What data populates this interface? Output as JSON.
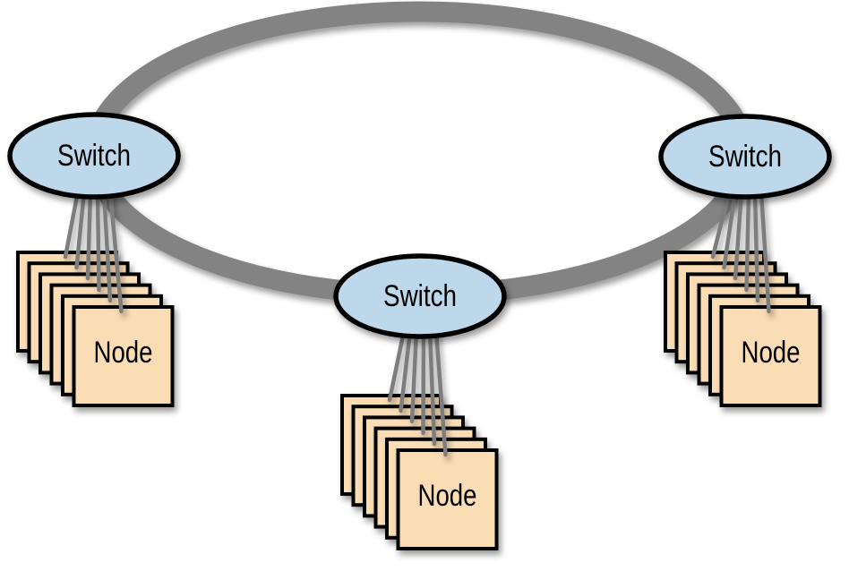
{
  "diagram": {
    "type": "ring-network-topology",
    "background": "#ffffff",
    "ring": {
      "color": "#838383"
    },
    "connector": {
      "color": "#7d7d7d"
    },
    "switch": {
      "label": "Switch",
      "fill": "#BDD8EA",
      "border": "#000000"
    },
    "node": {
      "label": "Node",
      "fill": "#FBDDB5",
      "border": "#000000",
      "count_per_switch": 6
    },
    "clusters": [
      {
        "position": "left",
        "switch_label": "Switch",
        "node_label": "Node"
      },
      {
        "position": "bottom-center",
        "switch_label": "Switch",
        "node_label": "Node"
      },
      {
        "position": "right",
        "switch_label": "Switch",
        "node_label": "Node"
      }
    ]
  }
}
